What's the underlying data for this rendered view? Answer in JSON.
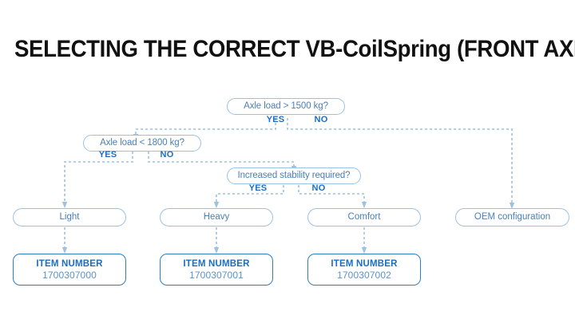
{
  "page": {
    "title": "SELECTING THE CORRECT VB-CoilSpring (FRONT AXLE)",
    "background": "#ffffff"
  },
  "colors": {
    "title": "#111111",
    "pill_border": "#9cc2e3",
    "pill_text": "#4a7fb5",
    "item_border": "#2b7ec4",
    "item_label": "#1a6fc4",
    "item_value": "#5b92c9",
    "branch_label": "#1a6fc4",
    "connector": "#9cc2e3"
  },
  "chart_data": {
    "type": "flowchart",
    "title": "SELECTING THE CORRECT VB-CoilSpring (FRONT AXLE)",
    "nodes": [
      {
        "id": "d1",
        "kind": "decision",
        "text": "Axle load > 1500 kg?"
      },
      {
        "id": "d2",
        "kind": "decision",
        "text": "Axle load < 1800 kg?"
      },
      {
        "id": "d3",
        "kind": "decision",
        "text": "Increased stability required?"
      },
      {
        "id": "r1",
        "kind": "result",
        "text": "Light"
      },
      {
        "id": "r2",
        "kind": "result",
        "text": "Heavy"
      },
      {
        "id": "r3",
        "kind": "result",
        "text": "Comfort"
      },
      {
        "id": "r4",
        "kind": "result",
        "text": "OEM configuration"
      },
      {
        "id": "i1",
        "kind": "item",
        "label": "ITEM NUMBER",
        "value": "1700307000"
      },
      {
        "id": "i2",
        "kind": "item",
        "label": "ITEM NUMBER",
        "value": "1700307001"
      },
      {
        "id": "i3",
        "kind": "item",
        "label": "ITEM NUMBER",
        "value": "1700307002"
      }
    ],
    "edges": [
      {
        "from": "d1",
        "to": "d2",
        "label": "YES"
      },
      {
        "from": "d1",
        "to": "r4",
        "label": "NO"
      },
      {
        "from": "d2",
        "to": "r1",
        "label": "YES"
      },
      {
        "from": "d2",
        "to": "d3",
        "label": "NO"
      },
      {
        "from": "d3",
        "to": "r2",
        "label": "YES"
      },
      {
        "from": "d3",
        "to": "r3",
        "label": "NO"
      },
      {
        "from": "r1",
        "to": "i1",
        "label": ""
      },
      {
        "from": "r2",
        "to": "i2",
        "label": ""
      },
      {
        "from": "r3",
        "to": "i3",
        "label": ""
      }
    ]
  },
  "decisions": {
    "d1": {
      "text": "Axle load > 1500 kg?",
      "yes": "YES",
      "no": "NO"
    },
    "d2": {
      "text": "Axle load < 1800 kg?",
      "yes": "YES",
      "no": "NO"
    },
    "d3": {
      "text": "Increased stability required?",
      "yes": "YES",
      "no": "NO"
    }
  },
  "results": {
    "light": "Light",
    "heavy": "Heavy",
    "comfort": "Comfort",
    "oem": "OEM configuration"
  },
  "items": {
    "light": {
      "label": "ITEM NUMBER",
      "value": "1700307000"
    },
    "heavy": {
      "label": "ITEM NUMBER",
      "value": "1700307001"
    },
    "comfort": {
      "label": "ITEM NUMBER",
      "value": "1700307002"
    }
  }
}
